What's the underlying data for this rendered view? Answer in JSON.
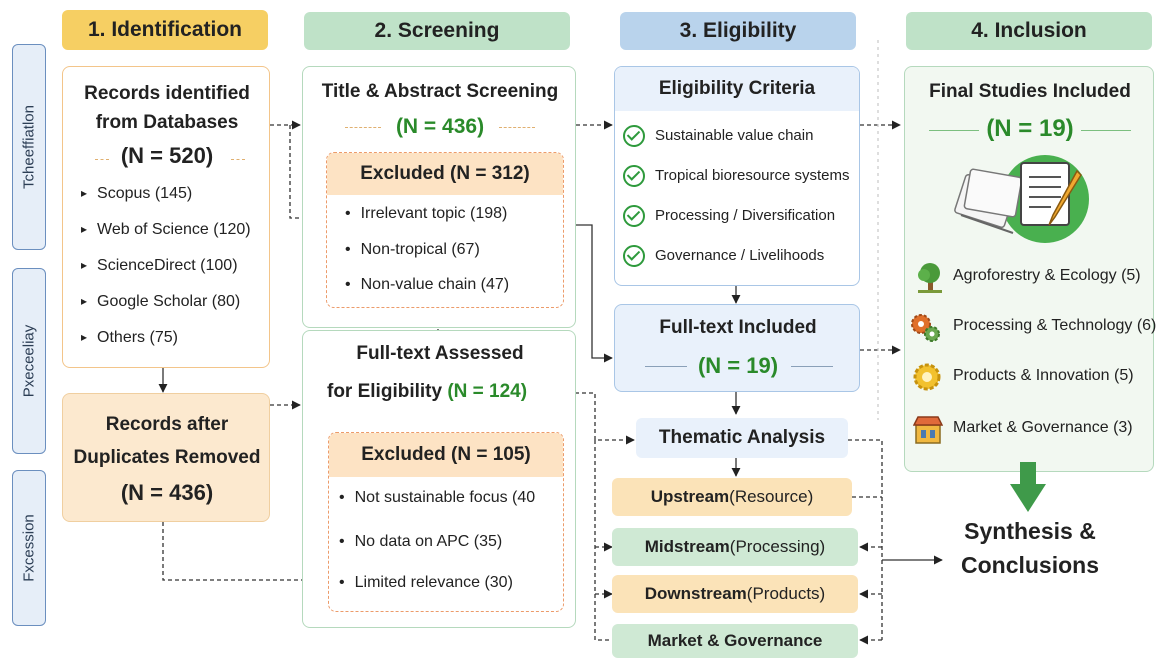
{
  "phases": [
    "1. Identification",
    "2. Screening",
    "3. Eligibility",
    "4. Inclusion"
  ],
  "side_labels": [
    "Tcheeffiatlon",
    "Pxeceeliay",
    "Fxcession"
  ],
  "identification": {
    "title1": "Records identified",
    "title2": "from Databases",
    "n": "(N = 520)",
    "sources": [
      "Scopus (145)",
      "Web of Science (120)",
      "ScienceDirect (100)",
      "Google Scholar (80)",
      "Others (75)"
    ]
  },
  "duplicates": {
    "line1": "Records after",
    "line2": "Duplicates Removed",
    "n": "(N = 436)"
  },
  "screening": {
    "title": "Title & Abstract Screening",
    "n": "(N = 436)"
  },
  "excluded1": {
    "title": "Excluded (N = 312)",
    "items": [
      "Irrelevant topic (198)",
      "Non-tropical (67)",
      "Non-value chain (47)"
    ]
  },
  "fulltext": {
    "line1": "Full-text Assessed",
    "line2": "for Eligibility",
    "n": "(N = 124)"
  },
  "excluded2": {
    "title": "Excluded (N = 105)",
    "items": [
      "Not sustainable focus (40",
      "No data on APC (35)",
      "Limited relevance (30)"
    ]
  },
  "criteria": {
    "title": "Eligibility Criteria",
    "items": [
      "Sustainable value chain",
      "Tropical bioresource systems",
      "Processing / Diversification",
      "Governance / Livelihoods"
    ]
  },
  "included": {
    "title": "Full-text Included",
    "n": "(N = 19)"
  },
  "thematic": "Thematic Analysis",
  "streams": [
    {
      "bold": "Upstream",
      "rest": " (Resource)"
    },
    {
      "bold": "Midstream",
      "rest": " (Processing)"
    },
    {
      "bold": "Downstream",
      "rest": " (Products)"
    },
    {
      "bold": "Market & Governance",
      "rest": ""
    }
  ],
  "final": {
    "title": "Final Studies Included",
    "n": "(N = 19)",
    "themes": [
      {
        "icon": "tree-icon",
        "label": "Agroforestry & Ecology (5)"
      },
      {
        "icon": "gears-icon",
        "label": "Processing & Technology (6)"
      },
      {
        "icon": "lightbulb-gear-icon",
        "label": "Products & Innovation (5)"
      },
      {
        "icon": "market-stall-icon",
        "label": "Market & Governance (3)"
      }
    ]
  },
  "synthesis": {
    "line1": "Synthesis &",
    "line2": "Conclusions"
  },
  "colors": {
    "identification": "#f6cf63",
    "screening": "#bfe2c8",
    "eligibility": "#b9d3ec",
    "inclusion": "#bfe2c8",
    "green_text": "#2a8a2a",
    "upstream": "#fbe3b8",
    "midstream": "#cfe9d4",
    "downstream": "#fbe3b8",
    "market": "#cfe9d4"
  }
}
